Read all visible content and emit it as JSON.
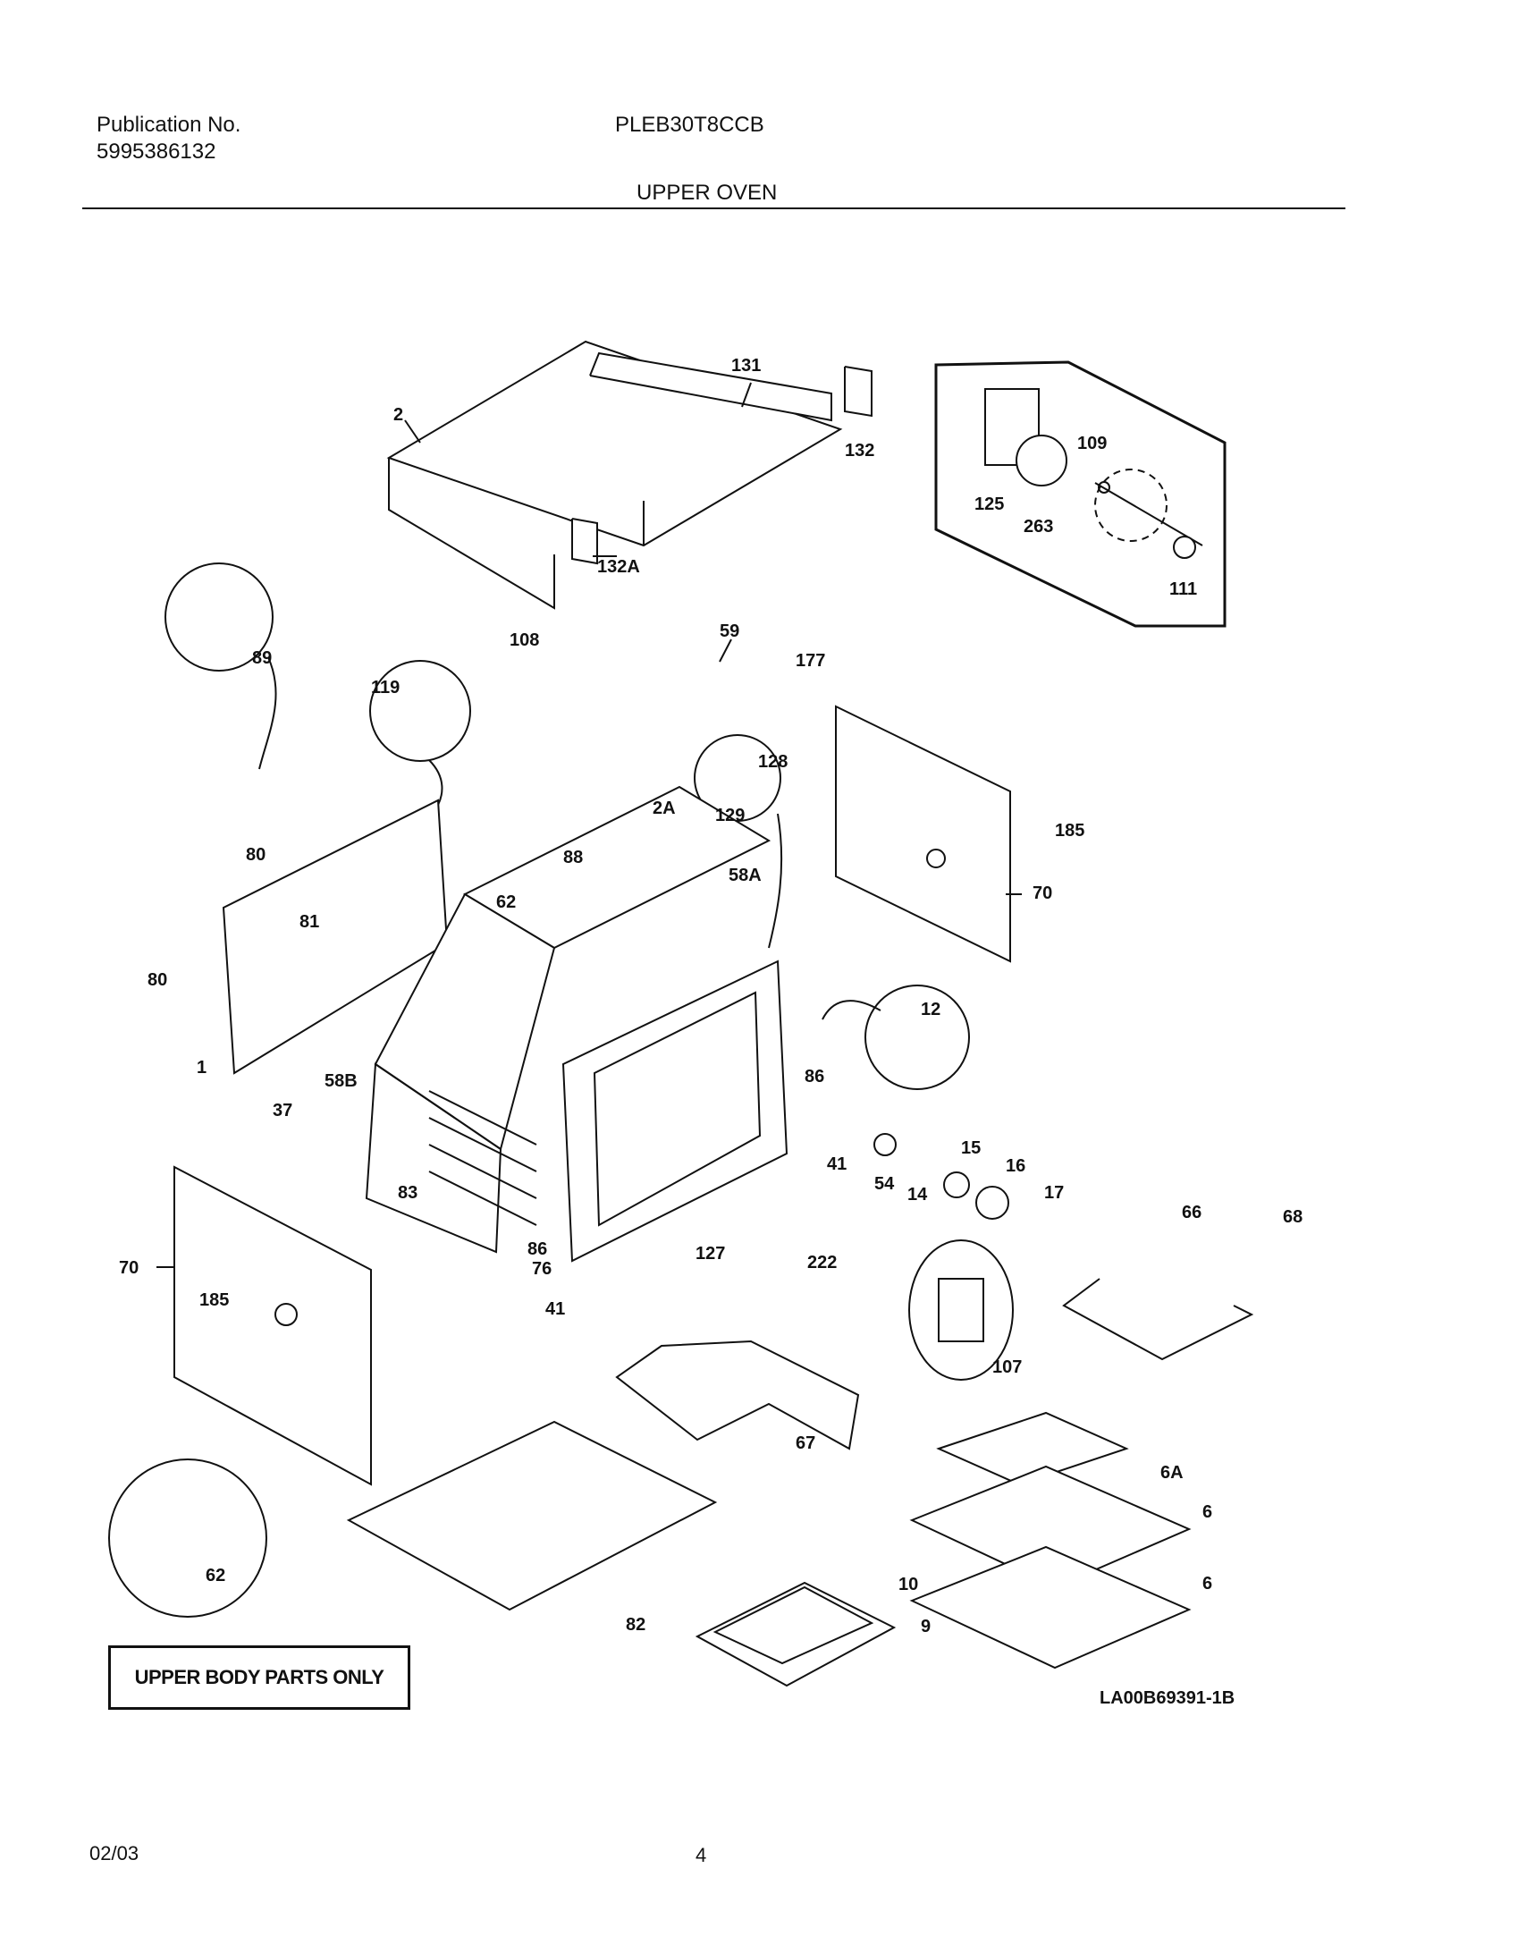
{
  "header": {
    "publication_label": "Publication No.",
    "publication_number": "5995386132",
    "model": "PLEB30T8CCB",
    "section_title": "UPPER OVEN"
  },
  "diagram": {
    "part_labels": [
      "131",
      "132",
      "2",
      "132A",
      "125",
      "109",
      "263",
      "111",
      "89",
      "119",
      "108",
      "59",
      "177",
      "128",
      "129",
      "185",
      "70",
      "2A",
      "88",
      "58A",
      "80",
      "62",
      "81",
      "12",
      "86",
      "58B",
      "41",
      "1",
      "37",
      "83",
      "15",
      "16",
      "54",
      "14",
      "17",
      "127",
      "76",
      "222",
      "66",
      "68",
      "107",
      "67",
      "6A",
      "6",
      "10",
      "9",
      "82"
    ],
    "note_box": "UPPER BODY PARTS ONLY",
    "drawing_number": "LA00B69391-1B"
  },
  "footer": {
    "date": "02/03",
    "page_number": "4"
  }
}
